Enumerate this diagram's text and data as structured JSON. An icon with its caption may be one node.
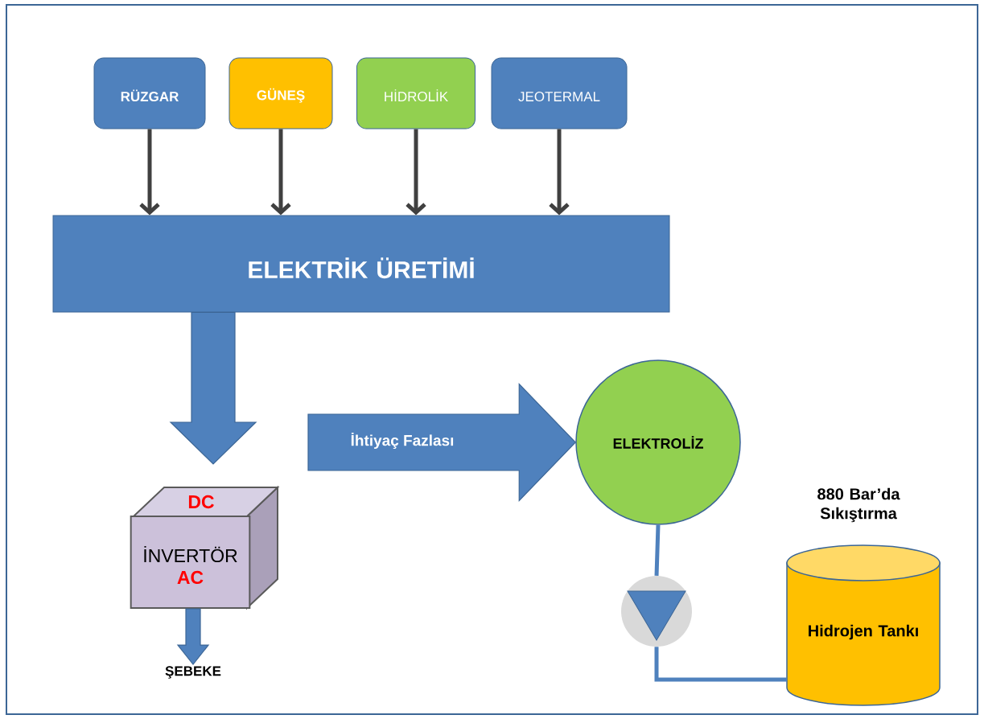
{
  "diagram": {
    "nodes": [
      {
        "text": [
          "RÜZGAR"
        ]
      },
      {
        "text": [
          "GÜNEŞ"
        ]
      },
      {
        "text": [
          "HİDROLİK"
        ]
      },
      {
        "text": [
          "JEOTERMAL"
        ]
      },
      {
        "text": [
          "ELEKTRİK ÜRETİMİ"
        ]
      },
      {
        "text": [
          "DC",
          "İNVERTÖR",
          "AC"
        ]
      },
      {
        "text": [
          "ŞEBEKE"
        ]
      },
      {
        "text": [
          "ELEKTROLİZ"
        ]
      },
      {
        "text": [],
        "shape": "circle"
      },
      {
        "text": [
          "Hidrojen Tankı"
        ],
        "beside": [
          "880 Bar’da Sıkıştırma"
        ]
      }
    ],
    "edges": [
      {
        "from": 0,
        "to": 4,
        "arrow": "to",
        "color": "#404040"
      },
      {
        "from": 1,
        "to": 4,
        "arrow": "to",
        "color": "#404040"
      },
      {
        "from": 2,
        "to": 4,
        "arrow": "to",
        "color": "#404040"
      },
      {
        "from": 3,
        "to": 4,
        "arrow": "to",
        "color": "#404040"
      },
      {
        "from": 4,
        "to": 5,
        "arrow": "to",
        "style": "thick"
      },
      {
        "from": null,
        "to": 7,
        "arrow": "to",
        "style": "thick",
        "label": "İhtiyaç Fazlası"
      },
      {
        "from": 5,
        "to": 6,
        "arrow": "to",
        "style": "thick"
      },
      {
        "from": 7,
        "to": 8,
        "arrow": "none",
        "color": "#4f81bd"
      },
      {
        "from": 8,
        "to": 9,
        "arrow": "none",
        "color": "#4f81bd"
      }
    ]
  }
}
